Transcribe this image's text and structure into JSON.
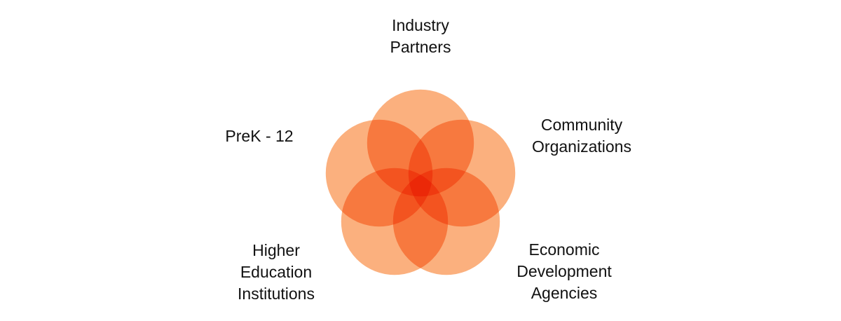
{
  "diagram": {
    "type": "venn",
    "fill_color": "#fa9a5a",
    "stroke_color": "#ffffff",
    "labels": {
      "industry": [
        "Industry",
        "Partners"
      ],
      "community": [
        "Community",
        "Organizations"
      ],
      "prek": [
        "PreK - 12"
      ],
      "higher": [
        "Higher",
        "Education",
        "Institutions"
      ],
      "economic": [
        "Economic",
        "Development",
        "Agencies"
      ]
    }
  }
}
